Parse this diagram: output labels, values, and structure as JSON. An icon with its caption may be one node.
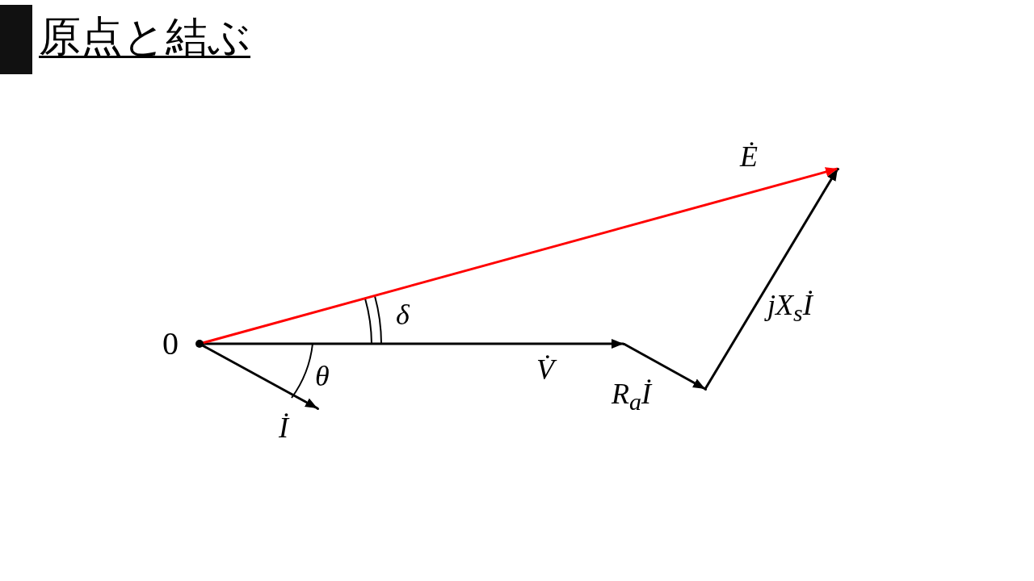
{
  "diagram": {
    "title": "原点と結ぶ",
    "nodes": [
      {
        "text": [],
        "shape": "dot",
        "beside": [
          "0"
        ]
      },
      {
        "text": [],
        "shape": "point"
      },
      {
        "text": [],
        "shape": "point"
      },
      {
        "text": [],
        "shape": "point"
      },
      {
        "text": [],
        "shape": "point"
      }
    ],
    "edges": [
      {
        "from": 0,
        "to": 1,
        "arrow": "to",
        "label": "İ"
      },
      {
        "from": 0,
        "to": 2,
        "arrow": "to",
        "label": "V̇"
      },
      {
        "from": 2,
        "to": 3,
        "arrow": "to",
        "label": "R$_{a}$İ"
      },
      {
        "from": 3,
        "to": 4,
        "arrow": "to",
        "label": "jX$_{s}$İ"
      },
      {
        "from": 0,
        "to": 4,
        "arrow": "to",
        "label": "Ė",
        "color": "#ff0000"
      }
    ],
    "labels": [
      "δ",
      "θ"
    ]
  }
}
